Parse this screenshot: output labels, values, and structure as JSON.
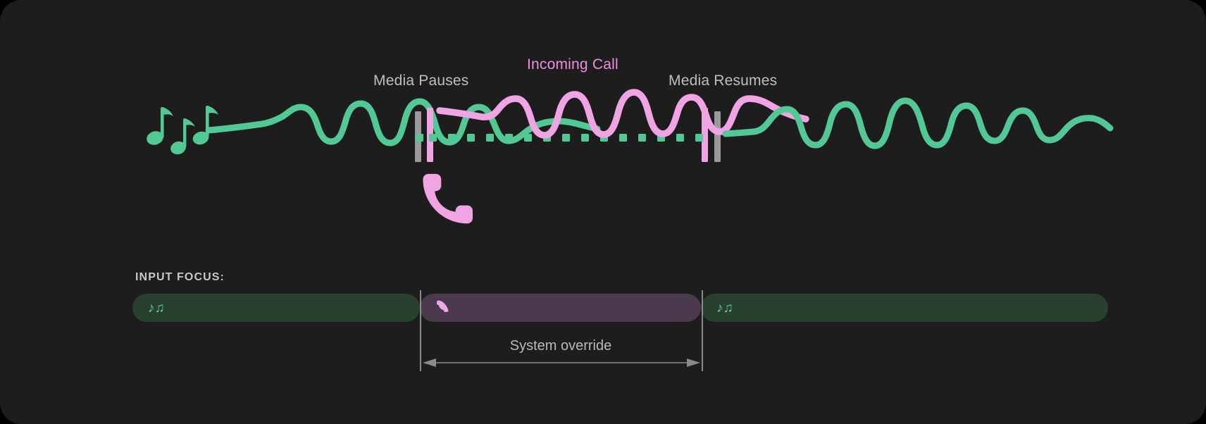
{
  "theme": {
    "page_background": "#000000",
    "card_background": "#1d1d1d",
    "media_color": "#52c894",
    "call_color": "#f0a4e4",
    "call_label_color": "#ef8ee0",
    "label_color": "#bfbfbf",
    "marker_gray": "#9a9a9a",
    "pill_media_bg": "#27402f",
    "pill_call_bg": "#4b3a4e",
    "guide_line_color": "#8a8a8a"
  },
  "timeline": {
    "labels": {
      "media_pauses": "Media Pauses",
      "incoming_call": "Incoming Call",
      "media_resumes": "Media Resumes"
    },
    "icons": {
      "leading_music": "music-notes-icon",
      "call_event": "phone-handset-icon"
    },
    "segments": [
      {
        "name": "media-playing-before",
        "state": "playing",
        "stream": "media",
        "color": "#52c894",
        "render": "waveform"
      },
      {
        "name": "media-paused-during-call",
        "state": "paused",
        "stream": "media",
        "color": "#52c894",
        "render": "dotted-line"
      },
      {
        "name": "incoming-call-audio",
        "state": "active",
        "stream": "call",
        "color": "#f0a4e4",
        "render": "waveform"
      },
      {
        "name": "media-playing-after",
        "state": "playing",
        "stream": "media",
        "color": "#52c894",
        "render": "waveform"
      }
    ],
    "markers": [
      {
        "name": "pause-marker-gray",
        "color": "#9a9a9a"
      },
      {
        "name": "pause-marker-pink",
        "color": "#f0a4e4"
      },
      {
        "name": "resume-marker-pink",
        "color": "#f0a4e4"
      },
      {
        "name": "resume-marker-gray",
        "color": "#9a9a9a"
      }
    ]
  },
  "input_focus": {
    "title": "INPUT FOCUS:",
    "pills": [
      {
        "name": "media-before",
        "owner": "media",
        "glyph": "♪♫",
        "icon": "music-notes-icon"
      },
      {
        "name": "call",
        "owner": "call",
        "glyph": "✆",
        "icon": "phone-handset-icon"
      },
      {
        "name": "media-after",
        "owner": "media",
        "glyph": "♪♫",
        "icon": "music-notes-icon"
      }
    ],
    "override": {
      "label": "System override",
      "arrow": "double-headed-horizontal-arrow"
    }
  }
}
